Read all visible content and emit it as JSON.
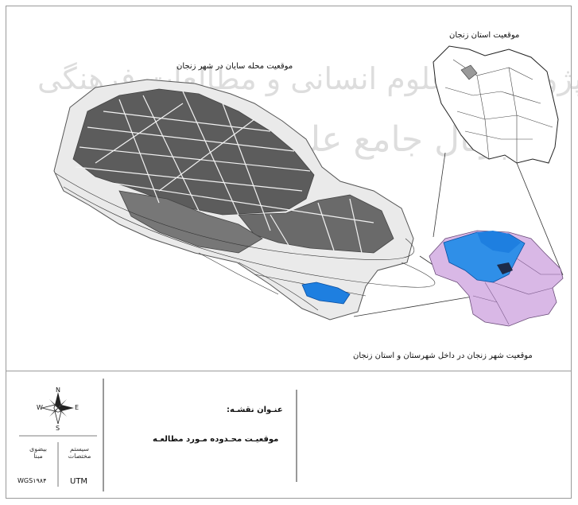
{
  "map": {
    "label_province_in_iran": "موقعیت استان زنجان",
    "label_neighborhood_in_city": "موقعیت محله سایان در شهر زنجان",
    "label_city_in_county": "موقعیت شهر زنجان در داخل شهرستان و استان زنجان",
    "colors": {
      "city_blocks": "#5c5c5c",
      "highlight_blue": "#1e7fe0",
      "county_blue": "#2f8fe8",
      "province_lilac": "#d9b8e6",
      "city_dark": "#1d2b4a"
    }
  },
  "legend": {
    "title_label": "عنـوان نقشـه:",
    "title_value": "موقعیـت محـدوده مـورد مطالعـه",
    "north_arrow": {
      "n": "N",
      "s": "S",
      "e": "E",
      "w": "W"
    },
    "coord_system_label": "سیستم مختصات",
    "coord_system_value": "UTM",
    "datum_label": "بیضوی مبنا",
    "datum_value": "WGS۱۹۸۴"
  },
  "watermark": {
    "line1": "پژوهشگاه علوم انسانی و مطالعات فرهنگی",
    "line2": "پرتال جامع علوم انسانی"
  }
}
